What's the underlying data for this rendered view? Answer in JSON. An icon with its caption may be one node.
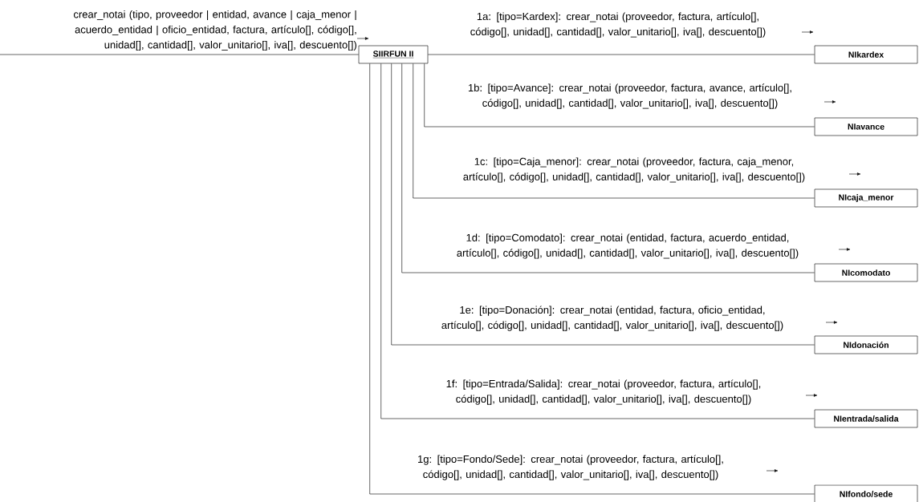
{
  "diagram": {
    "nodes": [
      {
        "text": [
          "SIIRFUN II"
        ]
      },
      {
        "text": [
          "NIkardex"
        ]
      },
      {
        "text": [
          "NIavance"
        ]
      },
      {
        "text": [
          "NIcaja_menor"
        ]
      },
      {
        "text": [
          "NIcomodato"
        ]
      },
      {
        "text": [
          "NIdonación"
        ]
      },
      {
        "text": [
          "NIentrada/salida"
        ]
      },
      {
        "text": [
          "NIfondo/sede"
        ]
      }
    ],
    "edges": [
      {
        "from": null,
        "to": 0,
        "arrow": "none",
        "label": "crear_notai (tipo, proveedor | entidad, avance | caja_menor | acuerdo_entidad | oficio_entidad, factura, artículo[], código[], unidad[], cantidad[], valor_unitario[], iva[], descuento[])"
      },
      {
        "from": 0,
        "to": 1,
        "arrow": "none",
        "label": "1a: [tipo=Kardex]: crear_notai (proveedor, factura, artículo[], código[], unidad[], cantidad[], valor_unitario[], iva[], descuento[])"
      },
      {
        "from": 0,
        "to": 2,
        "arrow": "none",
        "label": "1b: [tipo=Avance]: crear_notai (proveedor, factura, avance, artículo[], código[], unidad[], cantidad[], valor_unitario[], iva[], descuento[])"
      },
      {
        "from": 0,
        "to": 3,
        "arrow": "none",
        "label": "1c: [tipo=Caja_menor]: crear_notai (proveedor, factura, caja_menor, artículo[], código[], unidad[], cantidad[], valor_unitario[], iva[], descuento[])"
      },
      {
        "from": 0,
        "to": 4,
        "arrow": "none",
        "label": "1d: [tipo=Comodato]: crear_notai (entidad, factura, acuerdo_entidad, artículo[], código[], unidad[], cantidad[], valor_unitario[], iva[], descuento[])"
      },
      {
        "from": 0,
        "to": 5,
        "arrow": "none",
        "label": "1e: [tipo=Donación]: crear_notai (entidad, factura, oficio_entidad, artículo[], código[], unidad[], cantidad[], valor_unitario[], iva[], descuento[])"
      },
      {
        "from": 0,
        "to": 6,
        "arrow": "none",
        "label": "1f: [tipo=Entrada/Salida]: crear_notai (proveedor, factura, artículo[], código[], unidad[], cantidad[], valor_unitario[], iva[], descuento[])"
      },
      {
        "from": 0,
        "to": 7,
        "arrow": "none",
        "label": "1g: [tipo=Fondo/Sede]: crear_notai (proveedor, factura, artículo[], código[], unidad[], cantidad[], valor_unitario[], iva[], descuento[])"
      }
    ]
  }
}
